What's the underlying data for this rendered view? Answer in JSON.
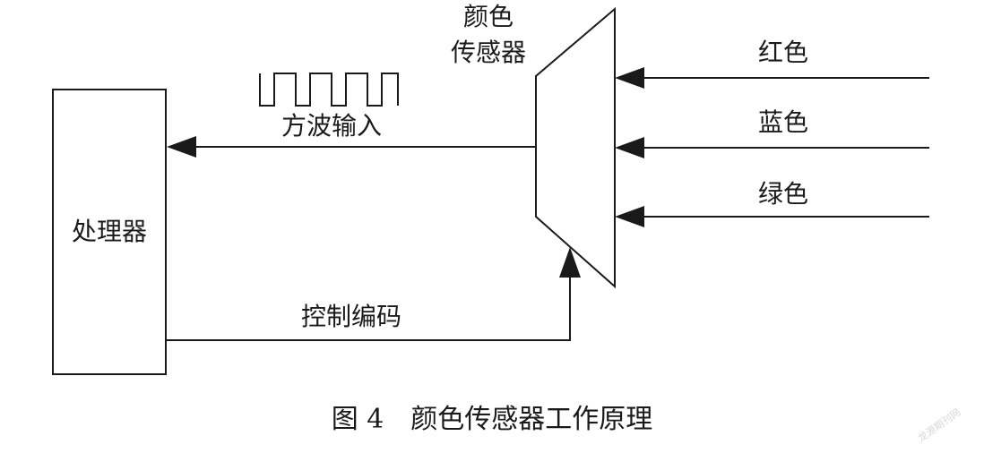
{
  "diagram": {
    "processor_label": "处理器",
    "sensor_label_line1": "颜色",
    "sensor_label_line2": "传感器",
    "square_wave_label": "方波输入",
    "control_label": "控制编码",
    "input_red": "红色",
    "input_blue": "蓝色",
    "input_green": "绿色"
  },
  "caption": "图 4　颜色传感器工作原理",
  "watermark": "龙源期刊网"
}
